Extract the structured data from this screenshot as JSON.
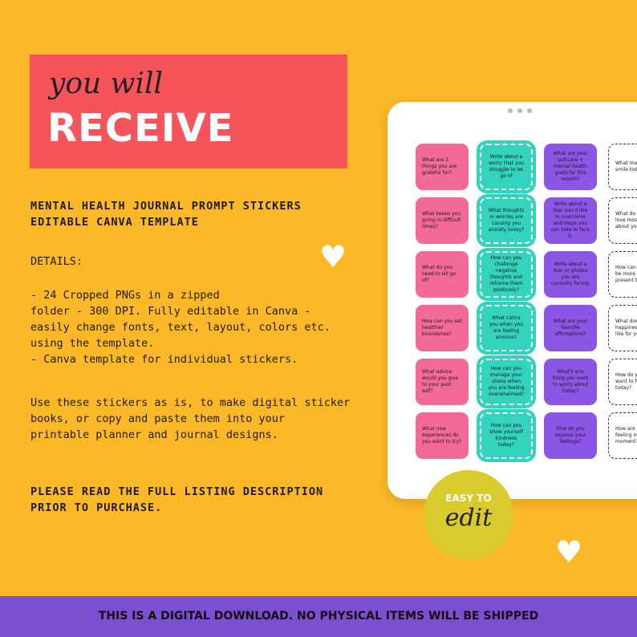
{
  "header": {
    "script": "you will",
    "title": "RECEIVE"
  },
  "product_title": "MENTAL HEALTH JOURNAL PROMPT STICKERS\nEDITABLE CANVA TEMPLATE",
  "details_label": "DETAILS:",
  "details": "- 24 Cropped PNGs in a zipped\nfolder - 300 DPI. Fully editable in Canva -\neasily change fonts, text, layout, colors etc.\nusing the template.\n- Canva template for individual stickers.",
  "usage": "Use these stickers as is, to make digital sticker\nbooks, or copy and paste them into your\nprintable planner and journal designs.",
  "notice": "PLEASE READ THE FULL LISTING DESCRIPTION\nPRIOR TO PURCHASE.",
  "badge": {
    "top": "EASY TO",
    "bottom": "edit"
  },
  "footer": "THIS IS A DIGITAL DOWNLOAD. NO PHYSICAL ITEMS WILL BE SHIPPED",
  "stickers": [
    "What are 3 things you are grateful for?",
    "Write about a worry that you struggle to let go of",
    "What are your self-care + mental health goals for this month?",
    "What made you smile today?",
    "What keeps you going in difficult times?",
    "What thoughts or worries are causing you anxiety today?",
    "Write about a fear you'd like to overcome and steps you can take to face it.",
    "What do you love most about yourself?",
    "What do you need to let go of?",
    "How can you challenge negative thoughts and reframe them positively?",
    "Write about a fear or phobia you are currently facing.",
    "How can you be more present today?",
    "How can you set healthier boundaries?",
    "What calms you when you are feeling anxious?",
    "What are your favorite affirmations?",
    "What does happiness look like for you?",
    "What advice would you give to your past self?",
    "How can you manage your stress when you are feeling overwhelmed?",
    "What's one thing you want to worry about today?",
    "How do you want to feel today?",
    "What new experiences do you want to try?",
    "How can you show yourself kindness today?",
    "How do you express your feelings?",
    "How are you feeling in this moment?"
  ]
}
